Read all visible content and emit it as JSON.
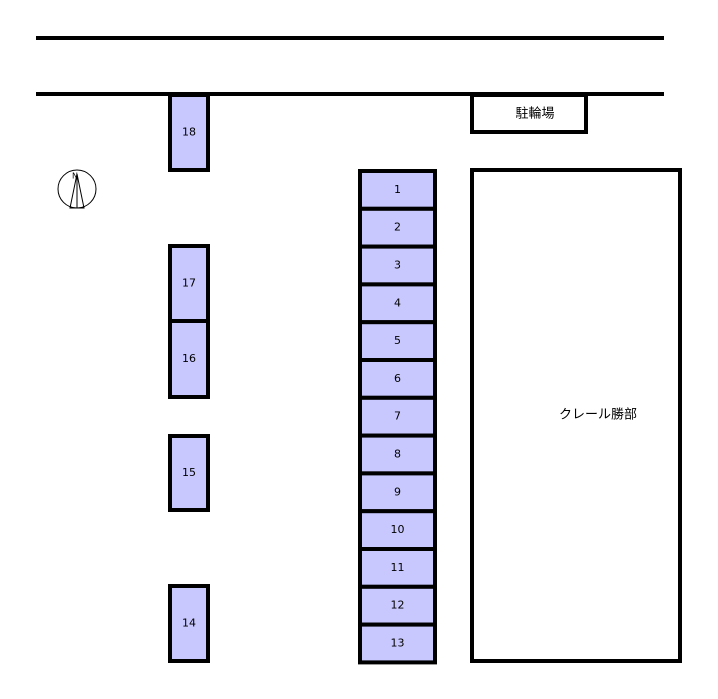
{
  "slot_fill": "#c8c8ff",
  "stroke_color": "#000000",
  "bicycle_parking": {
    "label": "駐輪場"
  },
  "building": {
    "label": "クレール勝部"
  },
  "compass": {
    "label": "N"
  },
  "slots_right": [
    "1",
    "2",
    "3",
    "4",
    "5",
    "6",
    "7",
    "8",
    "9",
    "10",
    "11",
    "12",
    "13"
  ],
  "slots_left": [
    "18",
    "17",
    "16",
    "15",
    "14"
  ]
}
